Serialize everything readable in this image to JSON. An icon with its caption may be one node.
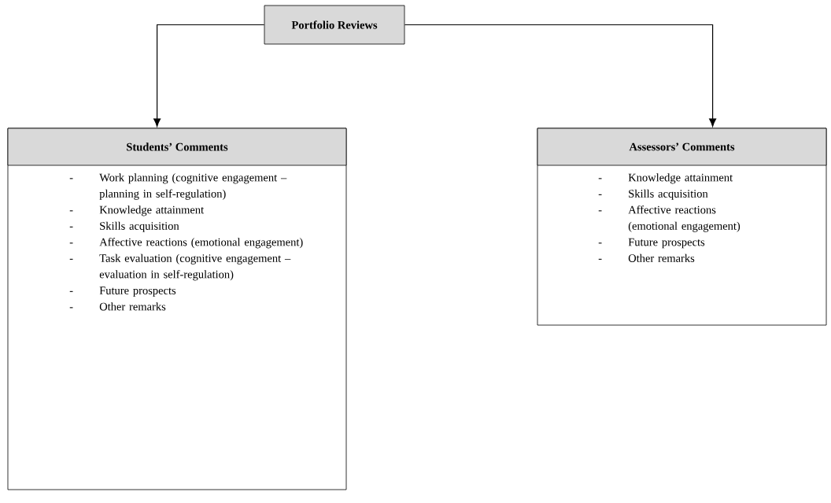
{
  "diagram": {
    "nodes": [
      {
        "text": [
          "Portfolio Reviews"
        ]
      },
      {
        "text": [
          "Students’ Comments",
          "Work planning (cognitive engagement – planning in self-regulation)",
          "Knowledge attainment",
          "Skills acquisition",
          "Affective reactions (emotional engagement)",
          "Task evaluation (cognitive engagement – evaluation in self-regulation)",
          "Future prospects",
          "Other remarks"
        ]
      },
      {
        "text": [
          "Assessors’ Comments",
          "Knowledge attainment",
          "Skills acquisition",
          "Affective reactions (emotional engagement)",
          "Future prospects",
          "Other remarks"
        ]
      }
    ],
    "edges": [
      {
        "from": 0,
        "to": 1,
        "arrow": "to"
      },
      {
        "from": 0,
        "to": 2,
        "arrow": "to"
      }
    ],
    "labels": [
      "-",
      "-",
      "-",
      "-",
      "-",
      "-",
      "-",
      "-",
      "-",
      "-",
      "-",
      "-"
    ]
  }
}
